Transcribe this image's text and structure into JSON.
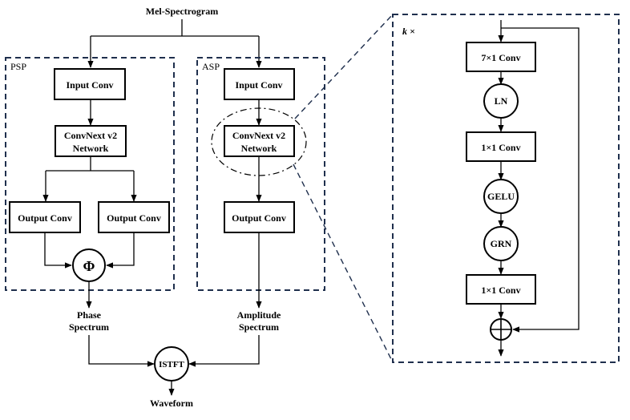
{
  "input_label": "Mel-Spectrogram",
  "psp": {
    "label": "PSP",
    "input_conv": "Input Conv",
    "network_line1": "ConvNext v2",
    "network_line2": "Network",
    "output_conv_left": "Output Conv",
    "output_conv_right": "Output Conv",
    "phi_symbol": "Φ"
  },
  "asp": {
    "label": "ASP",
    "input_conv": "Input Conv",
    "network_line1": "ConvNext v2",
    "network_line2": "Network",
    "output_conv": "Output Conv"
  },
  "phase_line1": "Phase",
  "phase_line2": "Spectrum",
  "amp_line1": "Amplitude",
  "amp_line2": "Spectrum",
  "istft": "ISTFT",
  "output_label": "Waveform",
  "block": {
    "repeat_label": "k ×",
    "conv7": "7×1 Conv",
    "ln": "LN",
    "conv1a": "1×1 Conv",
    "gelu": "GELU",
    "grn": "GRN",
    "conv1b": "1×1 Conv"
  }
}
